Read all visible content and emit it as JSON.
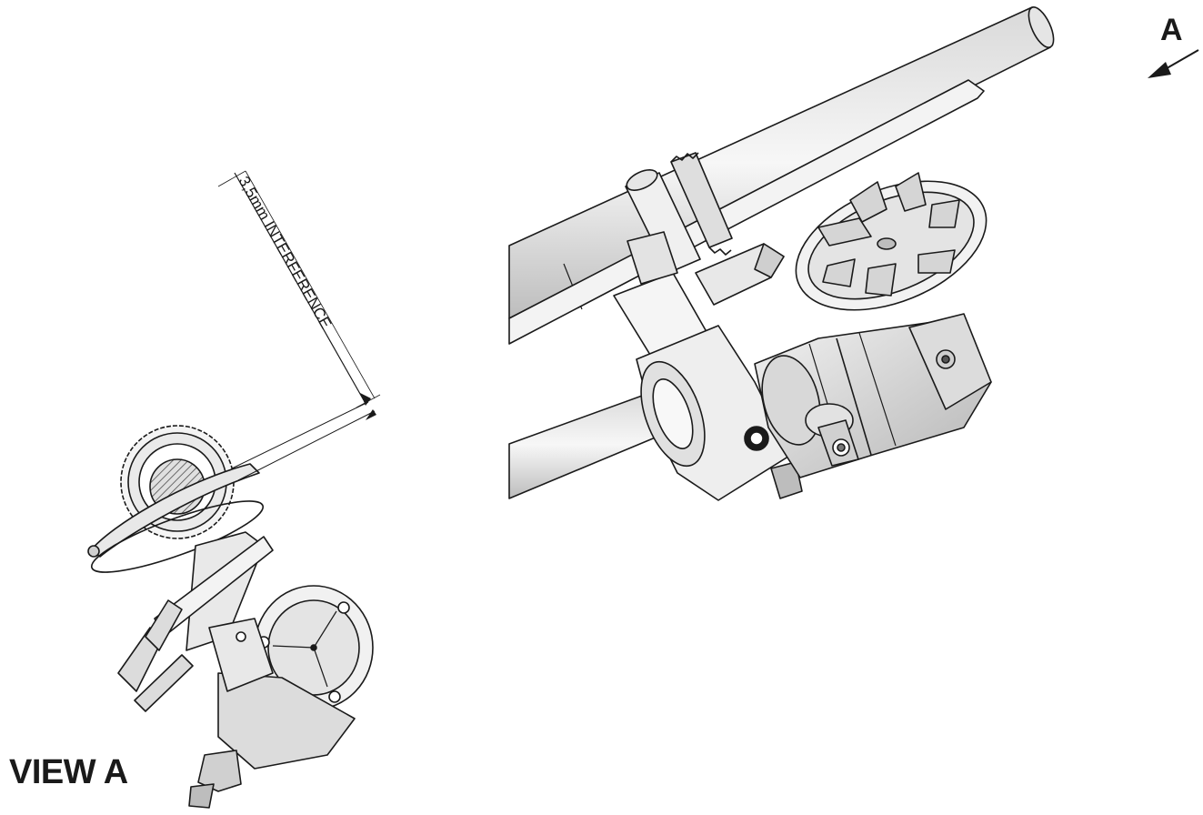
{
  "labels": {
    "view_arrow": "A",
    "view_title": "VIEW A",
    "dimension": "3,5mm INTERFERENCE"
  },
  "colors": {
    "line": "#1a1a1a",
    "light_fill": "#e9e9e9",
    "mid_fill": "#cfcfcf",
    "dark_fill": "#9a9a9a",
    "background": "#ffffff"
  }
}
